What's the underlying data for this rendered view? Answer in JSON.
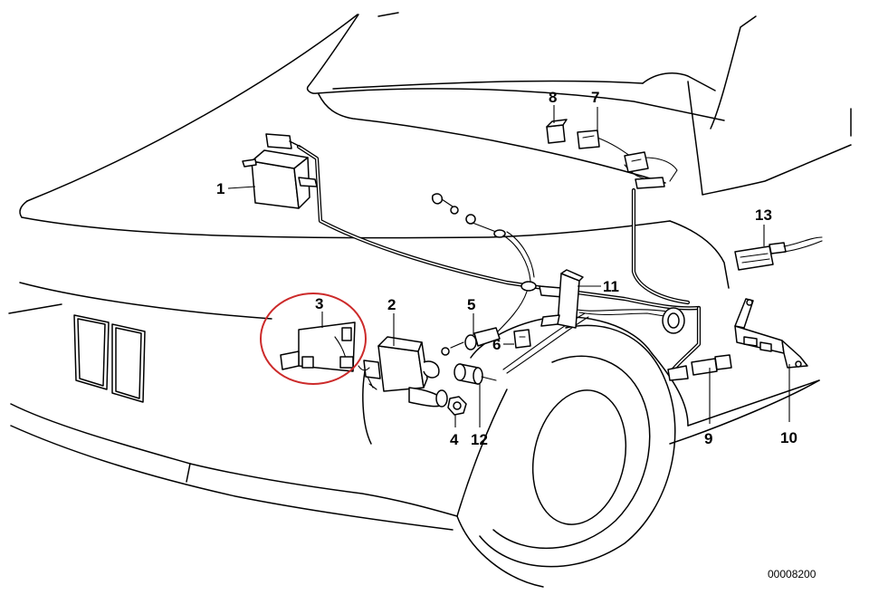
{
  "callouts": [
    "1",
    "2",
    "3",
    "4",
    "5",
    "6",
    "7",
    "8",
    "9",
    "10",
    "11",
    "12",
    "13"
  ],
  "diagram_code": "00008200",
  "highlight_color": "#cc2a2a",
  "line_color": "#000000"
}
